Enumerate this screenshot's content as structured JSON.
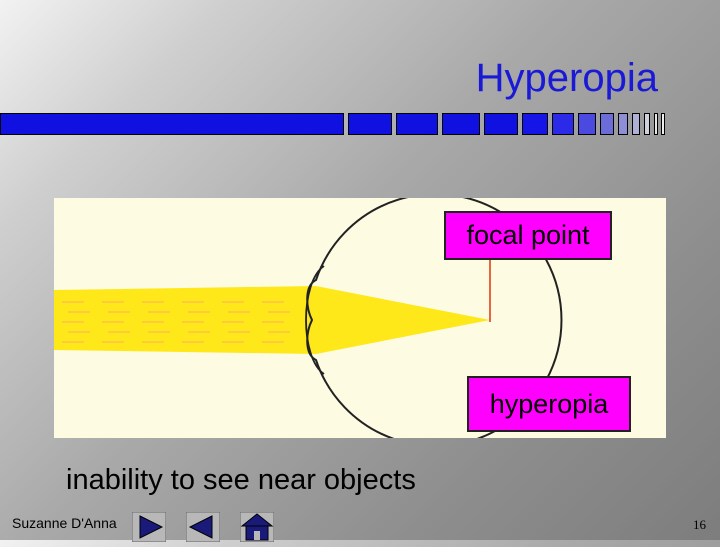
{
  "slide": {
    "title": "Hyperopia",
    "caption": "inability to see near objects",
    "author": "Suzanne D'Anna",
    "page_number": "16"
  },
  "figure": {
    "focal_label": "focal point",
    "condition_label": "hyperopia"
  },
  "nav": {
    "next_icon": "play-forward-icon",
    "back_icon": "play-back-icon",
    "home_icon": "home-icon"
  },
  "colors": {
    "title": "#1a1ad6",
    "bar": "#1010e0",
    "label_bg": "#ff00ff",
    "light_beam": "#ffe81a"
  }
}
